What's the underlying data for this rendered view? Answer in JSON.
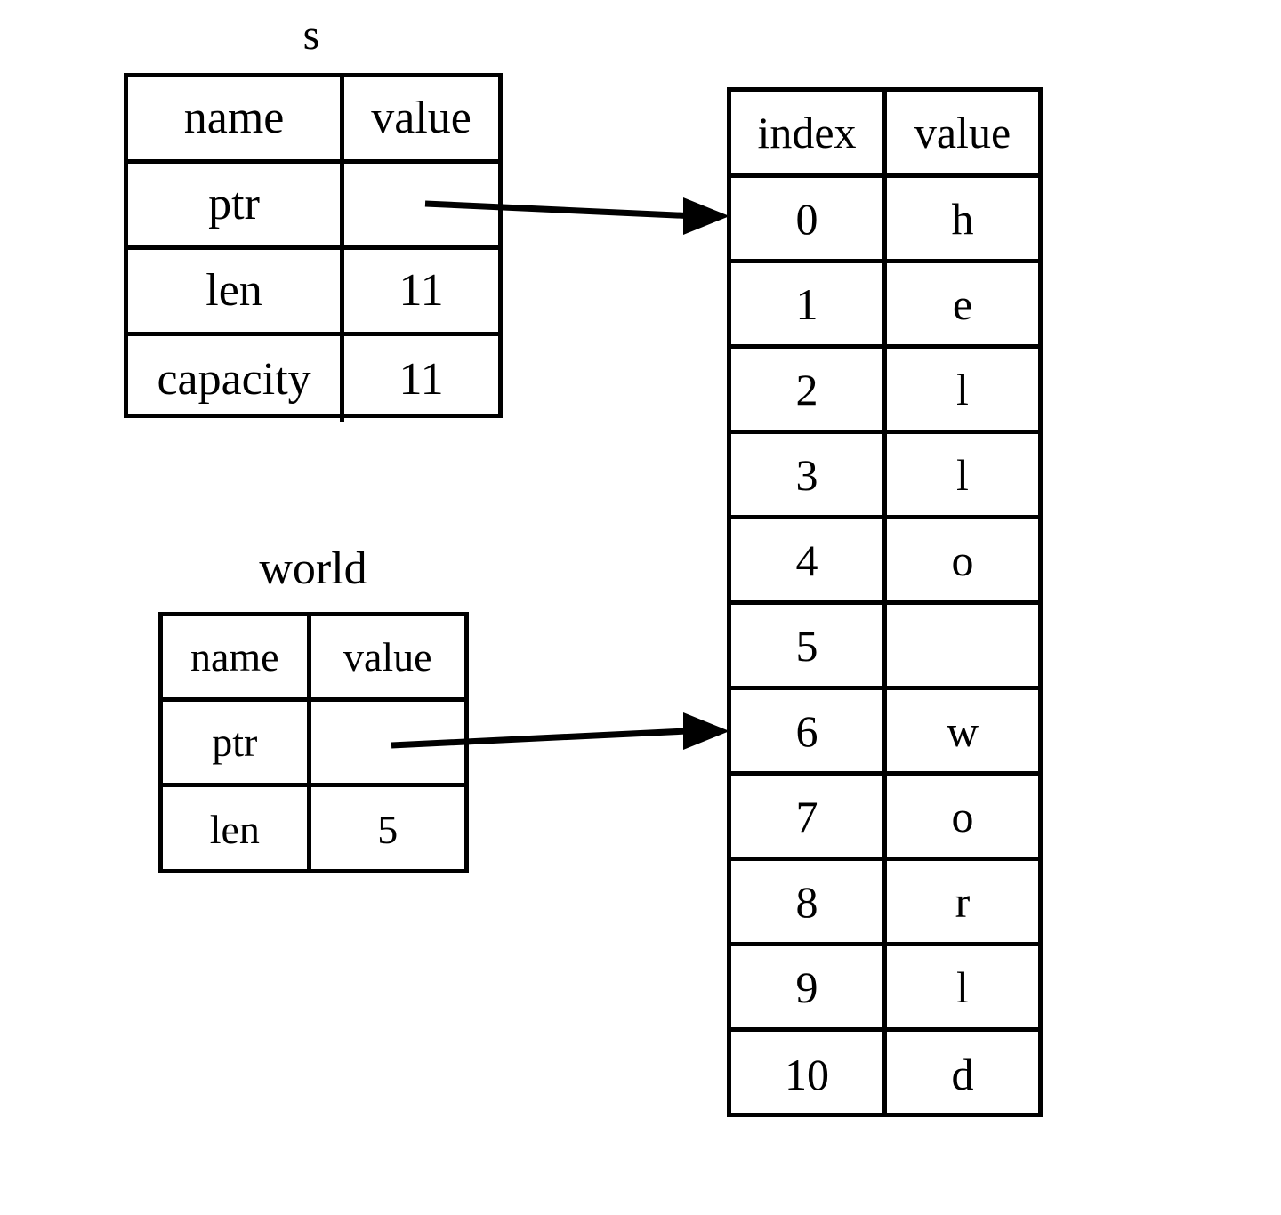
{
  "diagram": {
    "title_s": "s",
    "title_world": "world",
    "struct_s": {
      "header": {
        "name": "name",
        "value": "value"
      },
      "rows": [
        {
          "name": "ptr",
          "value": ""
        },
        {
          "name": "len",
          "value": "11"
        },
        {
          "name": "capacity",
          "value": "11"
        }
      ]
    },
    "struct_world": {
      "header": {
        "name": "name",
        "value": "value"
      },
      "rows": [
        {
          "name": "ptr",
          "value": ""
        },
        {
          "name": "len",
          "value": "5"
        }
      ]
    },
    "buffer": {
      "header": {
        "index": "index",
        "value": "value"
      },
      "rows": [
        {
          "index": "0",
          "value": "h"
        },
        {
          "index": "1",
          "value": "e"
        },
        {
          "index": "2",
          "value": "l"
        },
        {
          "index": "3",
          "value": "l"
        },
        {
          "index": "4",
          "value": "o"
        },
        {
          "index": "5",
          "value": ""
        },
        {
          "index": "6",
          "value": "w"
        },
        {
          "index": "7",
          "value": "o"
        },
        {
          "index": "8",
          "value": "r"
        },
        {
          "index": "9",
          "value": "l"
        },
        {
          "index": "10",
          "value": "d"
        }
      ]
    },
    "arrows": [
      {
        "name": "s-ptr-to-index-0",
        "from": "s.ptr",
        "to": "buffer index 0"
      },
      {
        "name": "world-ptr-to-index-6",
        "from": "world.ptr",
        "to": "buffer index 6"
      }
    ],
    "colors": {
      "line": "#000000",
      "background": "#ffffff",
      "text": "#000000"
    }
  }
}
